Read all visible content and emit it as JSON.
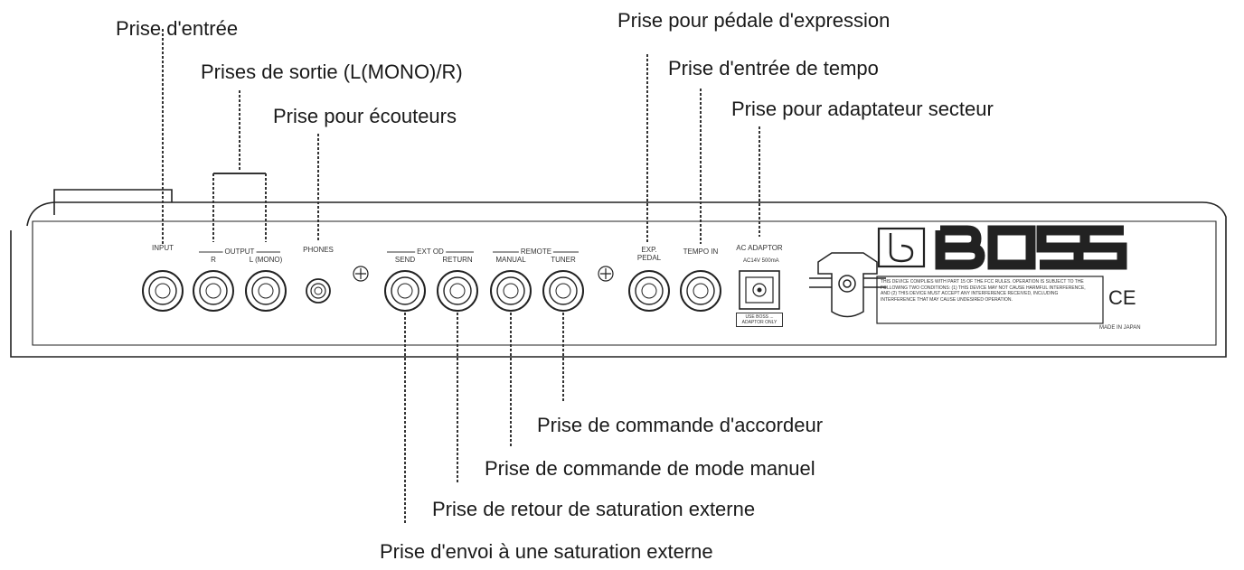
{
  "callouts": {
    "input": "Prise d'entrée",
    "outputs": "Prises de sortie (L(MONO)/R)",
    "phones": "Prise pour écouteurs",
    "exp_pedal": "Prise pour pédale d'expression",
    "tempo_in": "Prise d'entrée de tempo",
    "ac_adaptor": "Prise pour adaptateur secteur",
    "tuner": "Prise de commande d'accordeur",
    "manual": "Prise de commande de mode manuel",
    "return": "Prise de retour de saturation externe",
    "send": "Prise d'envoi à une saturation externe"
  },
  "panel": {
    "input": "INPUT",
    "output": "OUTPUT",
    "r": "R",
    "l_mono": "L (MONO)",
    "phones": "PHONES",
    "ext_od": "EXT OD",
    "send": "SEND",
    "return": "RETURN",
    "remote": "REMOTE",
    "manual": "MANUAL",
    "tuner": "TUNER",
    "exp_line1": "EXP.",
    "exp_line2": "PEDAL",
    "tempo_in": "TEMPO IN",
    "ac_adaptor": "AC ADAPTOR",
    "ac_rating": "AC14V 500mA",
    "adaptor_note": "USE BOSS ... ADAPTOR ONLY",
    "fcc_notice": "THIS DEVICE COMPLIES WITH PART 15 OF THE FCC RULES. OPERATION IS SUBJECT TO THE FOLLOWING TWO CONDITIONS: (1) THIS DEVICE MAY NOT CAUSE HARMFUL INTERFERENCE, AND (2) THIS DEVICE MUST ACCEPT ANY INTERFERENCE RECEIVED, INCLUDING INTERFERENCE THAT MAY CAUSE UNDESIRED OPERATION.",
    "ce_mark": "CE",
    "made_in": "MADE IN JAPAN",
    "brand": "BOSS"
  },
  "colors": {
    "line": "#222222",
    "text": "#1a1a1a"
  }
}
